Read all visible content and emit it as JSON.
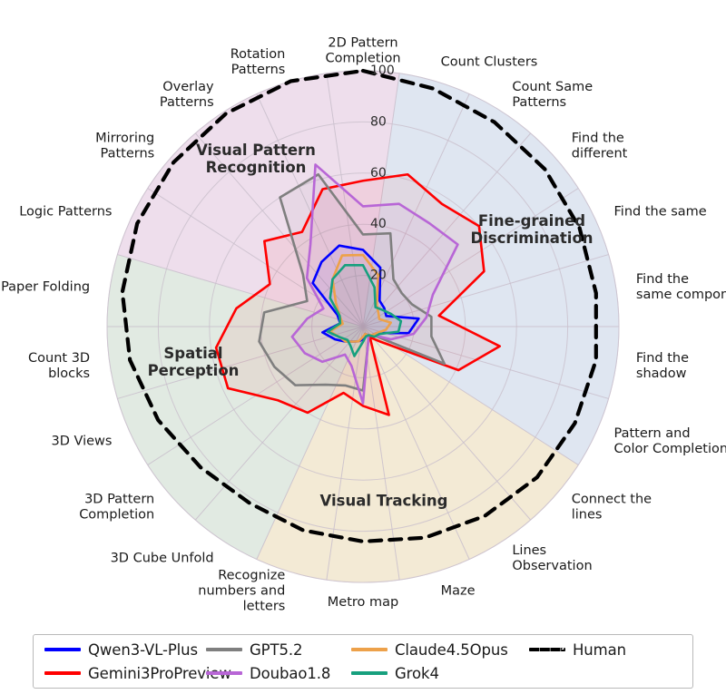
{
  "chart_data": {
    "type": "radar",
    "title": "",
    "rlim": [
      0,
      100
    ],
    "r_ticks": [
      20,
      40,
      60,
      80,
      100
    ],
    "grid": true,
    "legend_position": "bottom",
    "categories": [
      "2D Pattern Completion",
      "Count Clusters",
      "Count Same Patterns",
      "Find the different",
      "Find the same",
      "Find the same components",
      "Find the shadow",
      "Pattern and Color Completion",
      "Connect the lines",
      "Lines Observation",
      "Maze",
      "Metro map",
      "Recognize numbers and letters",
      "3D Cube Unfold",
      "3D Pattern Completion",
      "3D Views",
      "Count 3D blocks",
      "Paper Folding",
      "Logic Patterns",
      "Mirroring Patterns",
      "Overlay Patterns",
      "Rotation Patterns"
    ],
    "groups": [
      {
        "label": "Fine-grained Discrimination",
        "color": "#dbe3f0",
        "start_index": 1,
        "count": 7
      },
      {
        "label": "Visual Tracking",
        "color": "#f2e7cf",
        "start_index": 8,
        "count": 5
      },
      {
        "label": "Spatial Perception",
        "color": "#dde8de",
        "start_index": 13,
        "count": 5
      },
      {
        "label": "Visual Pattern Recognition",
        "color": "#ecd9ea",
        "start_index": 18,
        "count": 5
      }
    ],
    "series": [
      {
        "name": "Qwen3-VL-Plus",
        "color": "#0000ff",
        "style": "solid",
        "values": [
          30,
          24,
          12,
          11,
          10,
          22,
          18,
          6,
          5,
          4,
          3,
          5,
          6,
          7,
          9,
          12,
          16,
          9,
          11,
          26,
          30,
          33
        ]
      },
      {
        "name": "Gemini3ProPreview",
        "color": "#ff0000",
        "style": "solid",
        "values": [
          57,
          62,
          57,
          60,
          52,
          30,
          54,
          41,
          9,
          5,
          36,
          31,
          27,
          40,
          44,
          58,
          58,
          50,
          40,
          51,
          44,
          56
        ]
      },
      {
        "name": "GPT5.2",
        "color": "#7f7f7f",
        "style": "solid",
        "values": [
          36,
          38,
          22,
          20,
          21,
          27,
          27,
          35,
          5,
          4,
          7,
          25,
          24,
          27,
          35,
          38,
          41,
          39,
          24,
          31,
          60,
          62
        ]
      },
      {
        "name": "Doubao1.8",
        "color": "#b866d6",
        "style": "solid",
        "values": [
          47,
          50,
          48,
          49,
          30,
          25,
          20,
          12,
          5,
          4,
          7,
          30,
          16,
          13,
          21,
          25,
          28,
          22,
          17,
          29,
          38,
          66
        ]
      },
      {
        "name": "Claude4.5Opus",
        "color": "#eda14a",
        "style": "solid",
        "values": [
          28,
          21,
          10,
          8,
          7,
          11,
          9,
          6,
          5,
          4,
          3,
          4,
          6,
          7,
          9,
          10,
          13,
          8,
          10,
          14,
          22,
          29
        ]
      },
      {
        "name": "Grok4",
        "color": "#17a07e",
        "style": "solid",
        "values": [
          24,
          16,
          9,
          10,
          12,
          15,
          14,
          7,
          6,
          4,
          4,
          6,
          12,
          9,
          8,
          10,
          14,
          9,
          10,
          17,
          22,
          25
        ]
      },
      {
        "name": "Human",
        "color": "#000000",
        "style": "dashed",
        "values": [
          100,
          97,
          95,
          94,
          93,
          92,
          92,
          91,
          90,
          88,
          86,
          84,
          83,
          82,
          84,
          88,
          92,
          95,
          97,
          98,
          99,
          100
        ]
      }
    ]
  },
  "legend": {
    "entries": [
      {
        "label": "Qwen3-VL-Plus",
        "color": "#0000ff",
        "style": "solid"
      },
      {
        "label": "GPT5.2",
        "color": "#7f7f7f",
        "style": "solid"
      },
      {
        "label": "Claude4.5Opus",
        "color": "#eda14a",
        "style": "solid"
      },
      {
        "label": "Human",
        "color": "#000000",
        "style": "dashed"
      },
      {
        "label": "Gemini3ProPreview",
        "color": "#ff0000",
        "style": "solid"
      },
      {
        "label": "Doubao1.8",
        "color": "#b866d6",
        "style": "solid"
      },
      {
        "label": "Grok4",
        "color": "#17a07e",
        "style": "solid"
      }
    ]
  }
}
